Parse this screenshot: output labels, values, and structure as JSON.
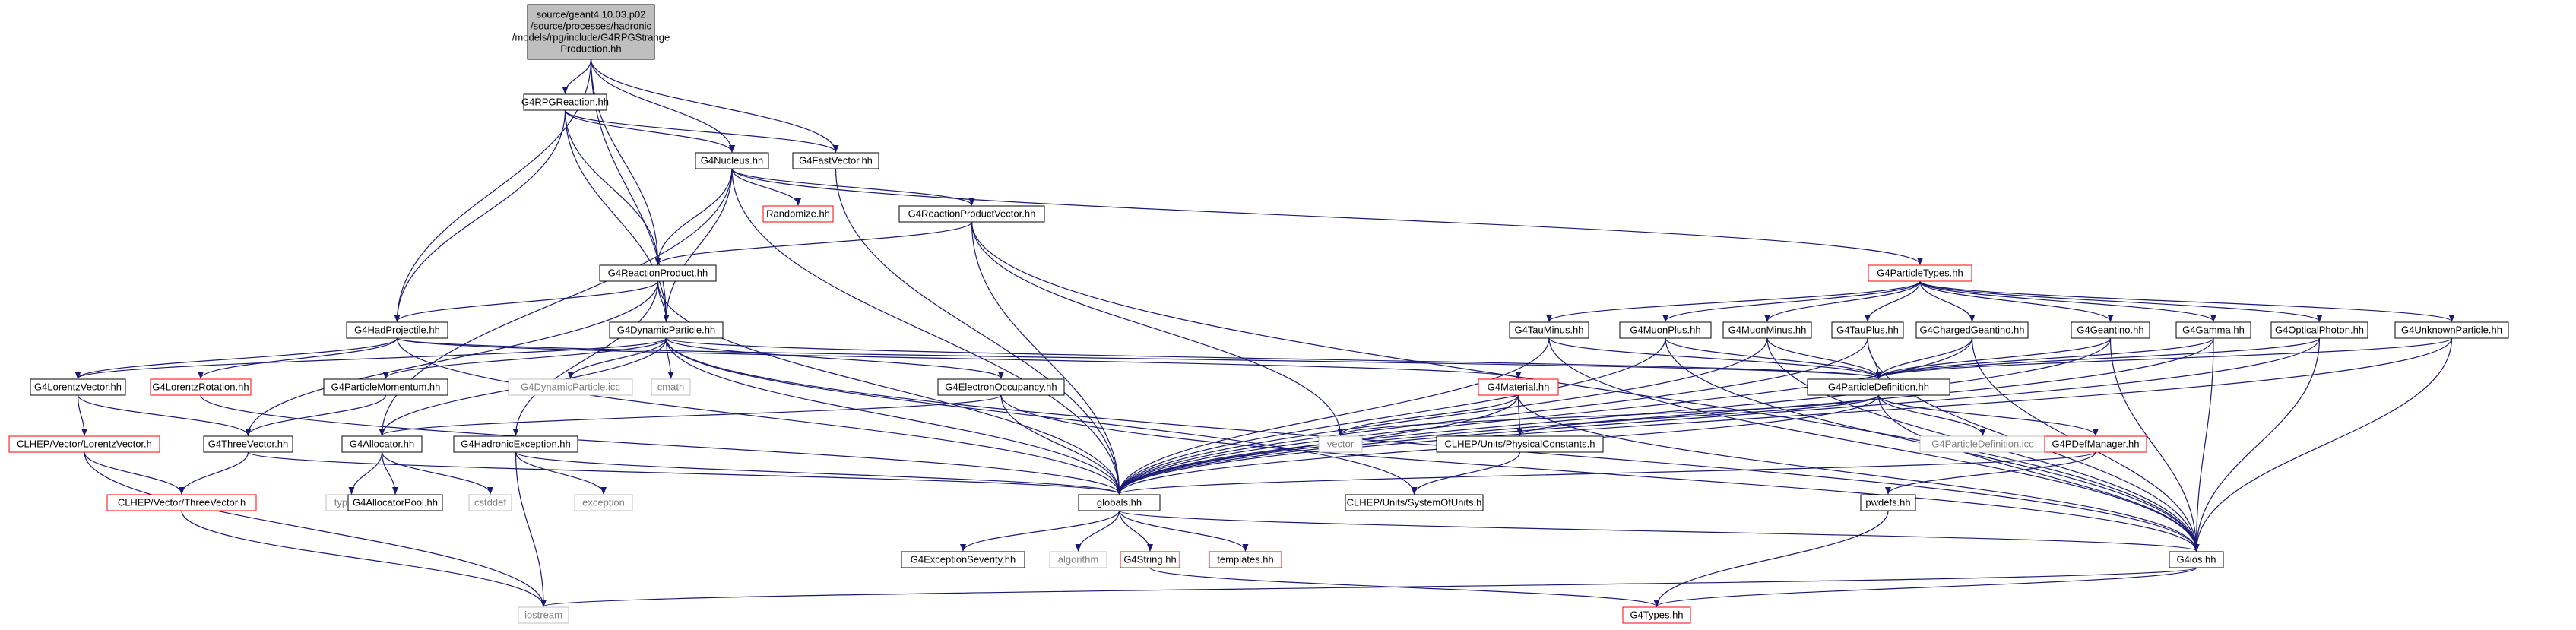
{
  "nodes": [
    {
      "id": "root",
      "lines": [
        "source/geant4.10.03.p02",
        "/source/processes/hadronic",
        "/models/rpg/include/G4RPGStrange",
        "Production.hh"
      ],
      "style": "root"
    },
    {
      "id": "rpgreaction",
      "lines": [
        "G4RPGReaction.hh"
      ],
      "style": "normal"
    },
    {
      "id": "nucleus",
      "lines": [
        "G4Nucleus.hh"
      ],
      "style": "normal"
    },
    {
      "id": "fastvector",
      "lines": [
        "G4FastVector.hh"
      ],
      "style": "normal"
    },
    {
      "id": "randomize",
      "lines": [
        "Randomize.hh"
      ],
      "style": "red"
    },
    {
      "id": "rpvector",
      "lines": [
        "G4ReactionProductVector.hh"
      ],
      "style": "normal"
    },
    {
      "id": "rproduct",
      "lines": [
        "G4ReactionProduct.hh"
      ],
      "style": "normal"
    },
    {
      "id": "particletypes",
      "lines": [
        "G4ParticleTypes.hh"
      ],
      "style": "red"
    },
    {
      "id": "hadproj",
      "lines": [
        "G4HadProjectile.hh"
      ],
      "style": "normal"
    },
    {
      "id": "dynparticle",
      "lines": [
        "G4DynamicParticle.hh"
      ],
      "style": "normal"
    },
    {
      "id": "tauminus",
      "lines": [
        "G4TauMinus.hh"
      ],
      "style": "normal"
    },
    {
      "id": "muonplus",
      "lines": [
        "G4MuonPlus.hh"
      ],
      "style": "normal"
    },
    {
      "id": "muonminus",
      "lines": [
        "G4MuonMinus.hh"
      ],
      "style": "normal"
    },
    {
      "id": "tauplus",
      "lines": [
        "G4TauPlus.hh"
      ],
      "style": "normal"
    },
    {
      "id": "chargedgeantino",
      "lines": [
        "G4ChargedGeantino.hh"
      ],
      "style": "normal"
    },
    {
      "id": "geantino",
      "lines": [
        "G4Geantino.hh"
      ],
      "style": "normal"
    },
    {
      "id": "gamma",
      "lines": [
        "G4Gamma.hh"
      ],
      "style": "normal"
    },
    {
      "id": "opticalphoton",
      "lines": [
        "G4OpticalPhoton.hh"
      ],
      "style": "normal"
    },
    {
      "id": "unknownparticle",
      "lines": [
        "G4UnknownParticle.hh"
      ],
      "style": "normal"
    },
    {
      "id": "lorentzvector",
      "lines": [
        "G4LorentzVector.hh"
      ],
      "style": "normal"
    },
    {
      "id": "lorentzrotation",
      "lines": [
        "G4LorentzRotation.hh"
      ],
      "style": "red"
    },
    {
      "id": "particlemomentum",
      "lines": [
        "G4ParticleMomentum.hh"
      ],
      "style": "normal"
    },
    {
      "id": "dynparticleicc",
      "lines": [
        "G4DynamicParticle.icc"
      ],
      "style": "gray"
    },
    {
      "id": "cmath",
      "lines": [
        "cmath"
      ],
      "style": "gray"
    },
    {
      "id": "electronocc",
      "lines": [
        "G4ElectronOccupancy.hh"
      ],
      "style": "normal"
    },
    {
      "id": "material",
      "lines": [
        "G4Material.hh"
      ],
      "style": "red"
    },
    {
      "id": "particledef",
      "lines": [
        "G4ParticleDefinition.hh"
      ],
      "style": "normal"
    },
    {
      "id": "clhep_lorentz",
      "lines": [
        "CLHEP/Vector/LorentzVector.h"
      ],
      "style": "red"
    },
    {
      "id": "threevector",
      "lines": [
        "G4ThreeVector.hh"
      ],
      "style": "normal"
    },
    {
      "id": "allocator",
      "lines": [
        "G4Allocator.hh"
      ],
      "style": "normal"
    },
    {
      "id": "hadexception",
      "lines": [
        "G4HadronicException.hh"
      ],
      "style": "normal"
    },
    {
      "id": "physconst",
      "lines": [
        "CLHEP/Units/PhysicalConstants.h"
      ],
      "style": "normal"
    },
    {
      "id": "vector",
      "lines": [
        "vector"
      ],
      "style": "gray"
    },
    {
      "id": "particledeficc",
      "lines": [
        "G4ParticleDefinition.icc"
      ],
      "style": "gray"
    },
    {
      "id": "pdefmanager",
      "lines": [
        "G4PDefManager.hh"
      ],
      "style": "red"
    },
    {
      "id": "clhep_three",
      "lines": [
        "CLHEP/Vector/ThreeVector.h"
      ],
      "style": "red"
    },
    {
      "id": "typeinfo",
      "lines": [
        "typeinfo"
      ],
      "style": "gray"
    },
    {
      "id": "allocatorpool",
      "lines": [
        "G4AllocatorPool.hh"
      ],
      "style": "normal"
    },
    {
      "id": "cstddef",
      "lines": [
        "cstddef"
      ],
      "style": "gray"
    },
    {
      "id": "exception",
      "lines": [
        "exception"
      ],
      "style": "gray"
    },
    {
      "id": "globals",
      "lines": [
        "globals.hh"
      ],
      "style": "normal"
    },
    {
      "id": "sysofunits",
      "lines": [
        "CLHEP/Units/SystemOfUnits.h"
      ],
      "style": "normal"
    },
    {
      "id": "pwdefs",
      "lines": [
        "pwdefs.hh"
      ],
      "style": "normal"
    },
    {
      "id": "exseverity",
      "lines": [
        "G4ExceptionSeverity.hh"
      ],
      "style": "normal"
    },
    {
      "id": "algorithm",
      "lines": [
        "algorithm"
      ],
      "style": "gray"
    },
    {
      "id": "g4string",
      "lines": [
        "G4String.hh"
      ],
      "style": "red"
    },
    {
      "id": "templates",
      "lines": [
        "templates.hh"
      ],
      "style": "red"
    },
    {
      "id": "g4ios",
      "lines": [
        "G4ios.hh"
      ],
      "style": "normal"
    },
    {
      "id": "iostream",
      "lines": [
        "iostream"
      ],
      "style": "gray"
    },
    {
      "id": "g4types",
      "lines": [
        "G4Types.hh"
      ],
      "style": "red"
    }
  ],
  "edges": [
    [
      "root",
      "rpgreaction"
    ],
    [
      "root",
      "nucleus"
    ],
    [
      "root",
      "fastvector"
    ],
    [
      "root",
      "rproduct"
    ],
    [
      "root",
      "hadproj"
    ],
    [
      "root",
      "dynparticle"
    ],
    [
      "rpgreaction",
      "nucleus"
    ],
    [
      "rpgreaction",
      "fastvector"
    ],
    [
      "rpgreaction",
      "rproduct"
    ],
    [
      "rpgreaction",
      "hadproj"
    ],
    [
      "rpgreaction",
      "dynparticle"
    ],
    [
      "nucleus",
      "randomize"
    ],
    [
      "nucleus",
      "rpvector"
    ],
    [
      "nucleus",
      "rproduct"
    ],
    [
      "nucleus",
      "particletypes"
    ],
    [
      "nucleus",
      "dynparticle"
    ],
    [
      "nucleus",
      "globals"
    ],
    [
      "nucleus",
      "allocator"
    ],
    [
      "fastvector",
      "globals"
    ],
    [
      "rpvector",
      "rproduct"
    ],
    [
      "rpvector",
      "globals"
    ],
    [
      "rpvector",
      "vector"
    ],
    [
      "rpvector",
      "g4ios"
    ],
    [
      "rproduct",
      "hadproj"
    ],
    [
      "rproduct",
      "dynparticle"
    ],
    [
      "rproduct",
      "globals"
    ],
    [
      "rproduct",
      "hadexception"
    ],
    [
      "rproduct",
      "threevector"
    ],
    [
      "particletypes",
      "tauminus"
    ],
    [
      "particletypes",
      "muonplus"
    ],
    [
      "particletypes",
      "muonminus"
    ],
    [
      "particletypes",
      "tauplus"
    ],
    [
      "particletypes",
      "chargedgeantino"
    ],
    [
      "particletypes",
      "geantino"
    ],
    [
      "particletypes",
      "gamma"
    ],
    [
      "particletypes",
      "opticalphoton"
    ],
    [
      "particletypes",
      "unknownparticle"
    ],
    [
      "hadproj",
      "lorentzvector"
    ],
    [
      "hadproj",
      "lorentzrotation"
    ],
    [
      "hadproj",
      "particledef"
    ],
    [
      "hadproj",
      "globals"
    ],
    [
      "hadproj",
      "material"
    ],
    [
      "dynparticle",
      "particlemomentum"
    ],
    [
      "dynparticle",
      "dynparticleicc"
    ],
    [
      "dynparticle",
      "cmath"
    ],
    [
      "dynparticle",
      "electronocc"
    ],
    [
      "dynparticle",
      "particledef"
    ],
    [
      "dynparticle",
      "lorentzvector"
    ],
    [
      "dynparticle",
      "allocator"
    ],
    [
      "dynparticle",
      "globals"
    ],
    [
      "dynparticle",
      "sysofunits"
    ],
    [
      "dynparticle",
      "g4ios"
    ],
    [
      "tauminus",
      "particledef"
    ],
    [
      "tauminus",
      "globals"
    ],
    [
      "tauminus",
      "g4ios"
    ],
    [
      "muonplus",
      "particledef"
    ],
    [
      "muonplus",
      "globals"
    ],
    [
      "muonplus",
      "g4ios"
    ],
    [
      "muonminus",
      "particledef"
    ],
    [
      "muonminus",
      "globals"
    ],
    [
      "muonminus",
      "g4ios"
    ],
    [
      "tauplus",
      "particledef"
    ],
    [
      "tauplus",
      "globals"
    ],
    [
      "tauplus",
      "g4ios"
    ],
    [
      "chargedgeantino",
      "particledef"
    ],
    [
      "chargedgeantino",
      "globals"
    ],
    [
      "chargedgeantino",
      "g4ios"
    ],
    [
      "geantino",
      "particledef"
    ],
    [
      "geantino",
      "globals"
    ],
    [
      "geantino",
      "g4ios"
    ],
    [
      "gamma",
      "particledef"
    ],
    [
      "gamma",
      "globals"
    ],
    [
      "gamma",
      "g4ios"
    ],
    [
      "opticalphoton",
      "particledef"
    ],
    [
      "opticalphoton",
      "globals"
    ],
    [
      "opticalphoton",
      "g4ios"
    ],
    [
      "unknownparticle",
      "particledef"
    ],
    [
      "unknownparticle",
      "globals"
    ],
    [
      "unknownparticle",
      "g4ios"
    ],
    [
      "lorentzvector",
      "clhep_lorentz"
    ],
    [
      "lorentzvector",
      "threevector"
    ],
    [
      "lorentzrotation",
      "globals"
    ],
    [
      "particlemomentum",
      "threevector"
    ],
    [
      "electronocc",
      "allocator"
    ],
    [
      "electronocc",
      "globals"
    ],
    [
      "electronocc",
      "g4ios"
    ],
    [
      "material",
      "physconst"
    ],
    [
      "material",
      "vector"
    ],
    [
      "material",
      "globals"
    ],
    [
      "material",
      "g4ios"
    ],
    [
      "particledef",
      "vector"
    ],
    [
      "particledef",
      "particledeficc"
    ],
    [
      "particledef",
      "pdefmanager"
    ],
    [
      "particledef",
      "physconst"
    ],
    [
      "particledef",
      "globals"
    ],
    [
      "particledef",
      "g4ios"
    ],
    [
      "clhep_lorentz",
      "clhep_three"
    ],
    [
      "clhep_lorentz",
      "iostream"
    ],
    [
      "threevector",
      "clhep_three"
    ],
    [
      "threevector",
      "globals"
    ],
    [
      "allocator",
      "typeinfo"
    ],
    [
      "allocator",
      "allocatorpool"
    ],
    [
      "allocator",
      "cstddef"
    ],
    [
      "hadexception",
      "exception"
    ],
    [
      "hadexception",
      "iostream"
    ],
    [
      "hadexception",
      "globals"
    ],
    [
      "physconst",
      "sysofunits"
    ],
    [
      "pdefmanager",
      "globals"
    ],
    [
      "pdefmanager",
      "pwdefs"
    ],
    [
      "clhep_three",
      "iostream"
    ],
    [
      "globals",
      "exseverity"
    ],
    [
      "globals",
      "algorithm"
    ],
    [
      "globals",
      "g4string"
    ],
    [
      "globals",
      "templates"
    ],
    [
      "globals",
      "g4ios"
    ],
    [
      "g4string",
      "g4types"
    ],
    [
      "pwdefs",
      "g4types"
    ],
    [
      "g4ios",
      "iostream"
    ],
    [
      "g4ios",
      "g4types"
    ]
  ],
  "colors": {
    "edge": "#191970",
    "red": "#ff0000",
    "gray": "#bfbfbf",
    "root_fill": "#bfbfbf",
    "border": "#000000"
  }
}
